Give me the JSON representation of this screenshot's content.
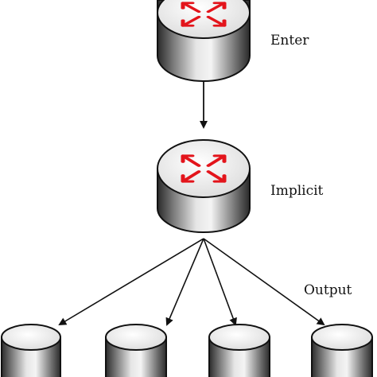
{
  "labels": {
    "enter": "Enter",
    "implicit": "Implicit",
    "output": "Output"
  },
  "nodes": [
    {
      "id": "enter-router",
      "type": "router",
      "label_key": "enter"
    },
    {
      "id": "implicit-router",
      "type": "router",
      "label_key": "implicit"
    },
    {
      "id": "output-db-1",
      "type": "cylinder"
    },
    {
      "id": "output-db-2",
      "type": "cylinder"
    },
    {
      "id": "output-db-3",
      "type": "cylinder"
    },
    {
      "id": "output-db-4",
      "type": "cylinder"
    }
  ],
  "edges": [
    {
      "from": "enter-router",
      "to": "implicit-router"
    },
    {
      "from": "implicit-router",
      "to": "output-db-1"
    },
    {
      "from": "implicit-router",
      "to": "output-db-2"
    },
    {
      "from": "implicit-router",
      "to": "output-db-3"
    },
    {
      "from": "implicit-router",
      "to": "output-db-4"
    }
  ],
  "colors": {
    "arrow_red": "#e3141b",
    "outline": "#111111",
    "body_dark": "#2a2a2a",
    "body_light": "#e6e6e6",
    "top_fill": "#f3f3f3"
  }
}
